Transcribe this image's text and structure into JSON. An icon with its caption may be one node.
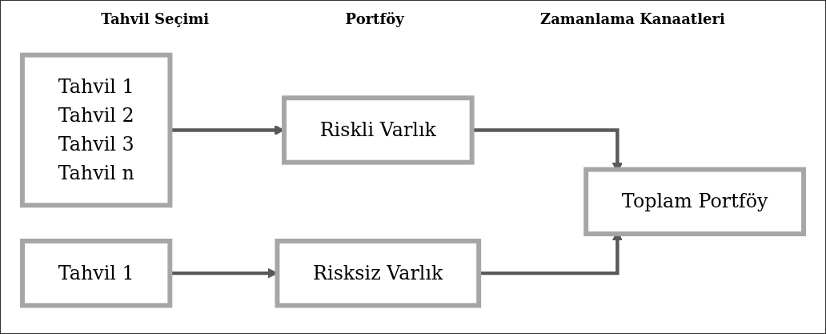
{
  "diagram": {
    "nodes": [
      {
        "text": [
          "Tahvil 1",
          "Tahvil 2",
          "Tahvil 3",
          "Tahvil n"
        ]
      },
      {
        "text": [
          "Tahvil 1"
        ]
      },
      {
        "text": [
          "Riskli Varlık"
        ]
      },
      {
        "text": [
          "Risksiz Varlık"
        ]
      },
      {
        "text": [
          "Toplam Portföy"
        ]
      }
    ],
    "edges": [
      {
        "from": 0,
        "to": 2,
        "arrow": "to"
      },
      {
        "from": 1,
        "to": 3,
        "arrow": "to"
      },
      {
        "from": 2,
        "to": 4,
        "arrow": "to"
      },
      {
        "from": 3,
        "to": 4,
        "arrow": "to"
      }
    ],
    "labels": [
      "Tahvil Seçimi",
      "Portföy",
      "Zamanlama Kanaatleri"
    ]
  }
}
